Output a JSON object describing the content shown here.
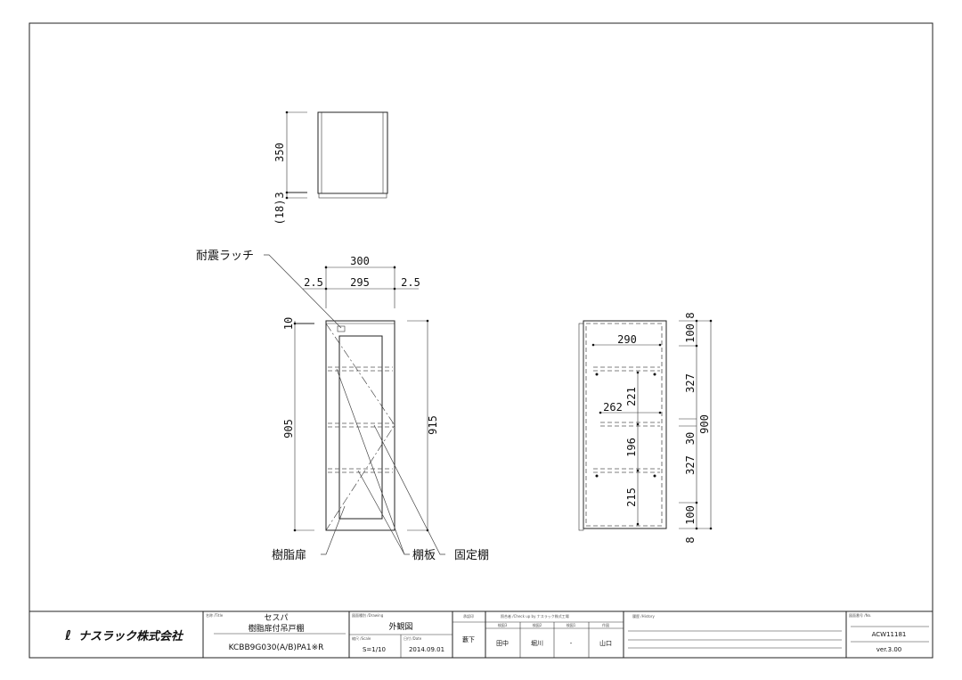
{
  "top_view": {
    "dims": [
      "350",
      "3",
      "(18)"
    ]
  },
  "front_view": {
    "dims": {
      "overall_width": "300",
      "left_gap": "2.5",
      "inner_width": "295",
      "right_gap": "2.5",
      "top": "10",
      "door_height": "905",
      "total_height": "915"
    },
    "labels": {
      "latch": "耐震ラッチ",
      "door": "樹脂扉",
      "shelf": "棚板",
      "fixed_shelf": "固定棚"
    }
  },
  "side_view": {
    "dims": {
      "depth": "290",
      "shelf_depth": "262",
      "d221": "221",
      "d196": "196",
      "d215": "215",
      "top8": "8",
      "top100": "100",
      "s327a": "327",
      "s30": "30",
      "s327b": "327",
      "bot100": "100",
      "bot8": "8",
      "total": "900"
    }
  },
  "title_block": {
    "company": "ナスラック株式会社",
    "title_label": "名称 /Title",
    "series": "セスパ",
    "product_name": "樹脂扉付吊戸棚",
    "model": "KCBB9G030(A/B)PA1※R",
    "drawing_label": "図面種別 /Drawing",
    "drawing_type": "外観図",
    "scale_label": "縮尺 /Scale",
    "scale": "S=1/10",
    "date_label": "日付 /Date",
    "date": "2014.09.01",
    "approval_label": "承認印",
    "approver": "藪下",
    "check_label": "照合者 /Check up by ナスラック株式工場",
    "checkers": [
      {
        "role": "検図3",
        "name": "田中"
      },
      {
        "role": "検図2",
        "name": "堀川"
      },
      {
        "role": "検図1",
        "name": "-"
      },
      {
        "role": "作図",
        "name": "山口"
      }
    ],
    "history_label": "履歴 /History",
    "number_label": "図面番号 /No.",
    "number": "ACW11181",
    "version": "ver.3.00"
  }
}
